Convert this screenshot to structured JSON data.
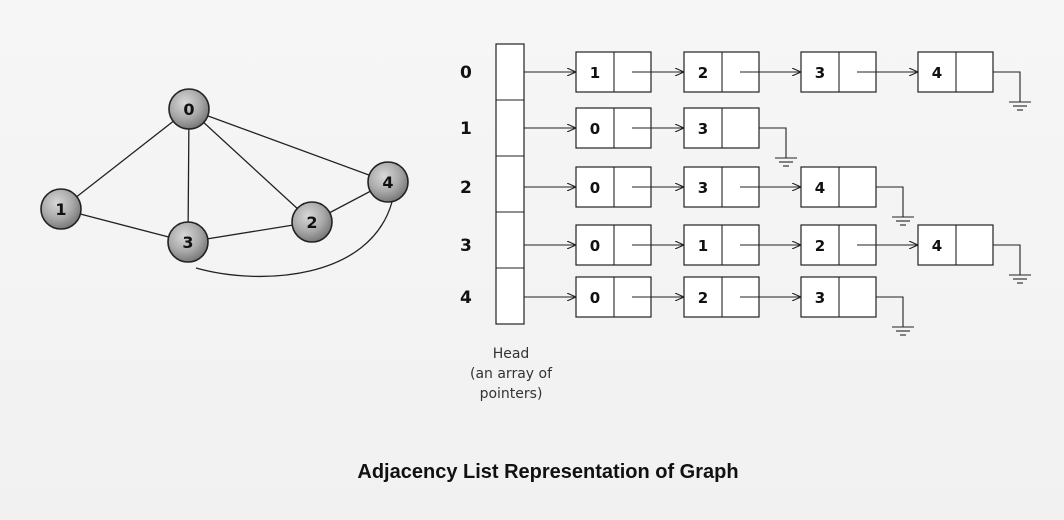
{
  "graph": {
    "nodes": [
      {
        "id": "0",
        "label": "0"
      },
      {
        "id": "1",
        "label": "1"
      },
      {
        "id": "2",
        "label": "2"
      },
      {
        "id": "3",
        "label": "3"
      },
      {
        "id": "4",
        "label": "4"
      }
    ],
    "edges": [
      [
        "0",
        "1"
      ],
      [
        "0",
        "3"
      ],
      [
        "0",
        "2"
      ],
      [
        "0",
        "4"
      ],
      [
        "1",
        "3"
      ],
      [
        "3",
        "2"
      ],
      [
        "2",
        "4"
      ],
      [
        "3",
        "4"
      ]
    ]
  },
  "adjacency_list": {
    "rows": [
      {
        "label": "0",
        "neighbors": [
          "1",
          "2",
          "3",
          "4"
        ]
      },
      {
        "label": "1",
        "neighbors": [
          "0",
          "3"
        ]
      },
      {
        "label": "2",
        "neighbors": [
          "0",
          "3",
          "4"
        ]
      },
      {
        "label": "3",
        "neighbors": [
          "0",
          "1",
          "2",
          "4"
        ]
      },
      {
        "label": "4",
        "neighbors": [
          "0",
          "2",
          "3"
        ]
      }
    ],
    "head_caption": [
      "Head",
      "(an array of",
      "pointers)"
    ]
  },
  "title": "Adjacency List Representation of Graph"
}
